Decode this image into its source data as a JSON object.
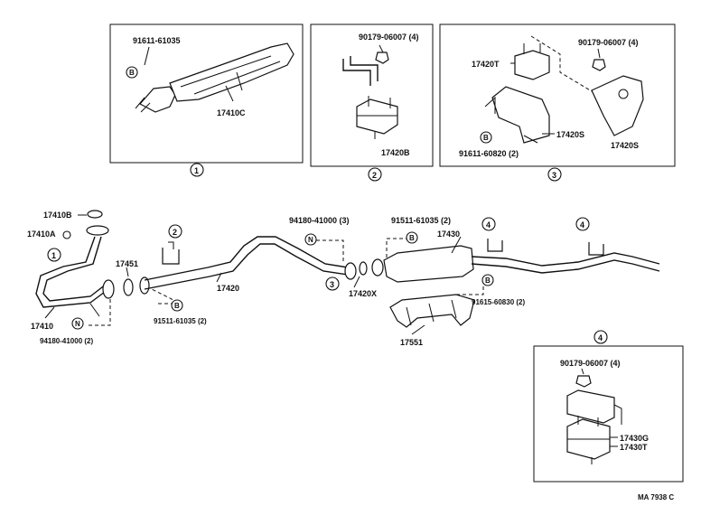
{
  "boxes": [
    {
      "number": "1",
      "labels": [
        "91611-61035",
        "17410C"
      ]
    },
    {
      "number": "2",
      "labels": [
        "90179-06007 (4)",
        "17420B"
      ]
    },
    {
      "number": "3",
      "labels": [
        "90179-06007 (4)",
        "17420T",
        "17420S",
        "91611-60820 (2)",
        "17420S"
      ]
    },
    {
      "number": "4",
      "labels": [
        "90179-06007 (4)",
        "17430G",
        "17430T"
      ]
    }
  ],
  "callout_symbols": {
    "bolt": "B",
    "nut": "N"
  },
  "main_labels": {
    "l17410B": "17410B",
    "l17410A": "17410A",
    "l17410": "17410",
    "l94180_2": "94180-41000 (2)",
    "l17451": "17451",
    "l91511_2": "91511-61035 (2)",
    "l17420": "17420",
    "l94180_3": "94180-41000 (3)",
    "l91511_top": "91511-61035 (2)",
    "l17430": "17430",
    "l17420X": "17420X",
    "l17551": "17551",
    "l91615": "91615-60830 (2)"
  },
  "circled": {
    "one": "1",
    "two": "2",
    "three": "3",
    "four": "4"
  },
  "figure_code": "MA 7938 C"
}
